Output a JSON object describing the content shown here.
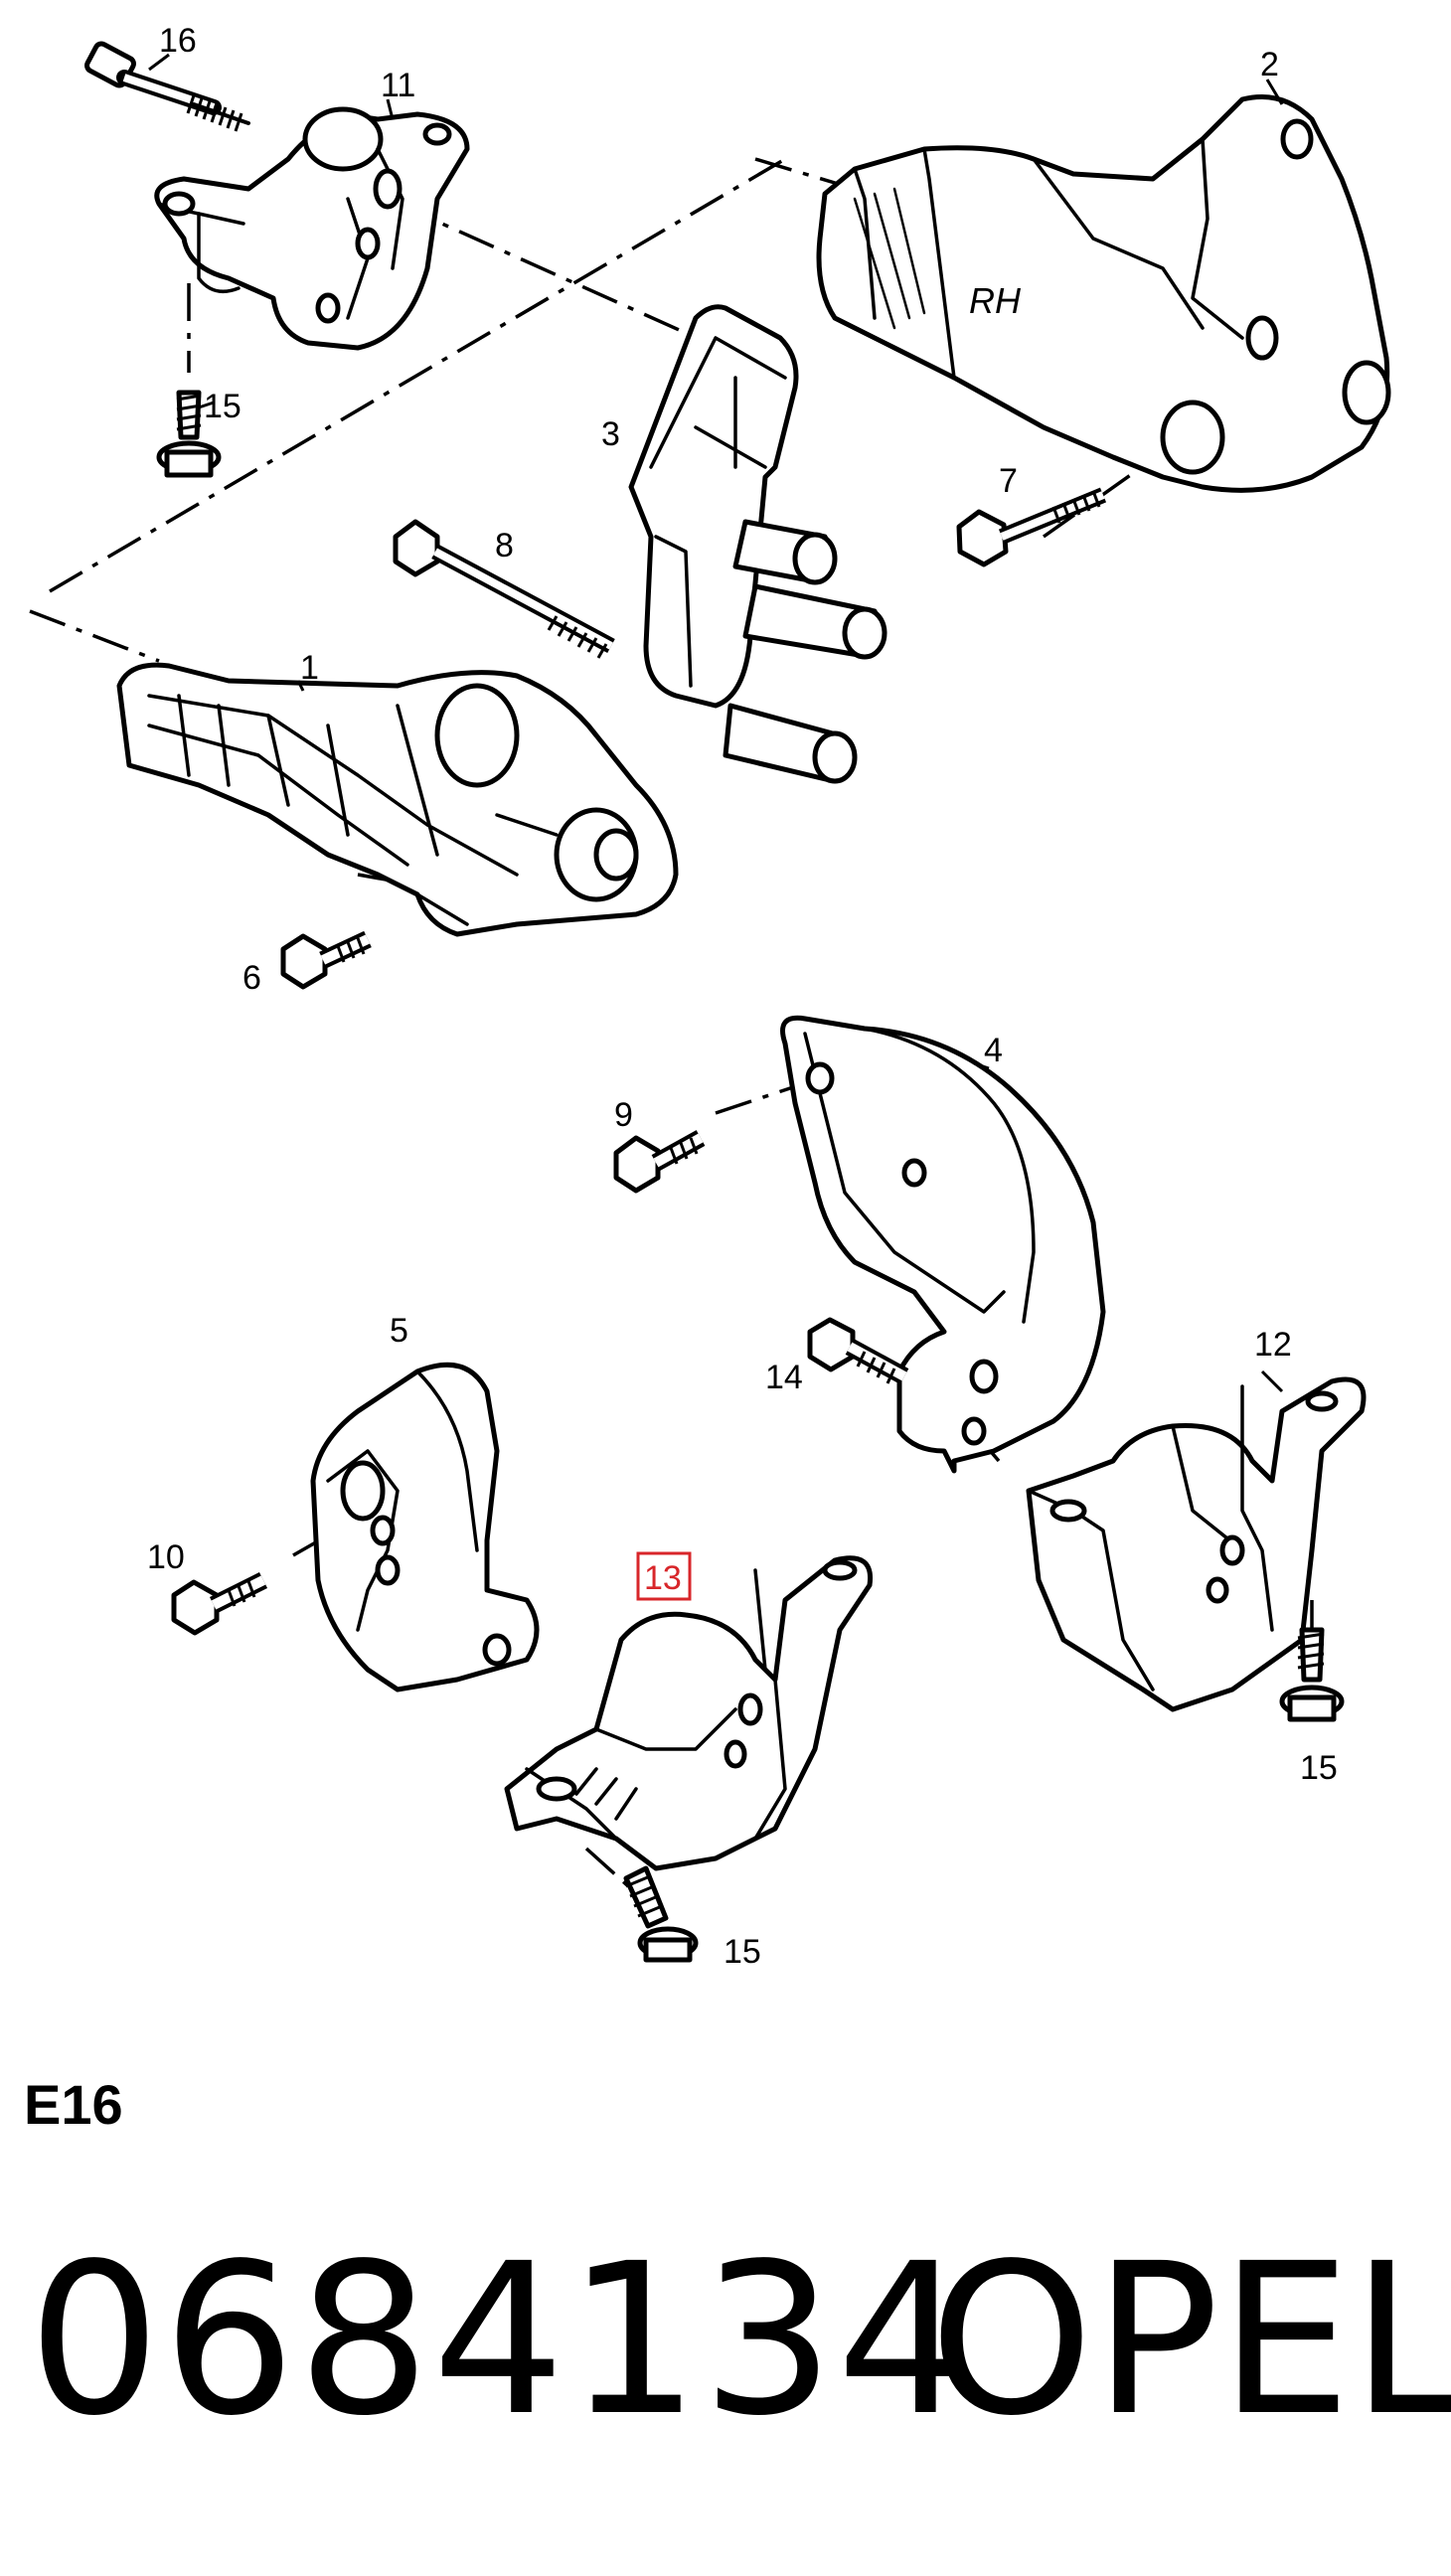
{
  "diagram": {
    "engine_code": "E16",
    "part_number": "0684134",
    "brand": "OPEL",
    "highlighted_callout": "13",
    "highlight_color": "#d8262a",
    "callouts": {
      "c1": "1",
      "c2": "2",
      "c3": "3",
      "c4": "4",
      "c5": "5",
      "c6": "6",
      "c7": "7",
      "c8": "8",
      "c9": "9",
      "c10": "10",
      "c11": "11",
      "c12": "12",
      "c13": "13",
      "c14": "14",
      "c15a": "15",
      "c15b": "15",
      "c15c": "15",
      "c16": "16"
    },
    "stamped_text": "RH"
  }
}
